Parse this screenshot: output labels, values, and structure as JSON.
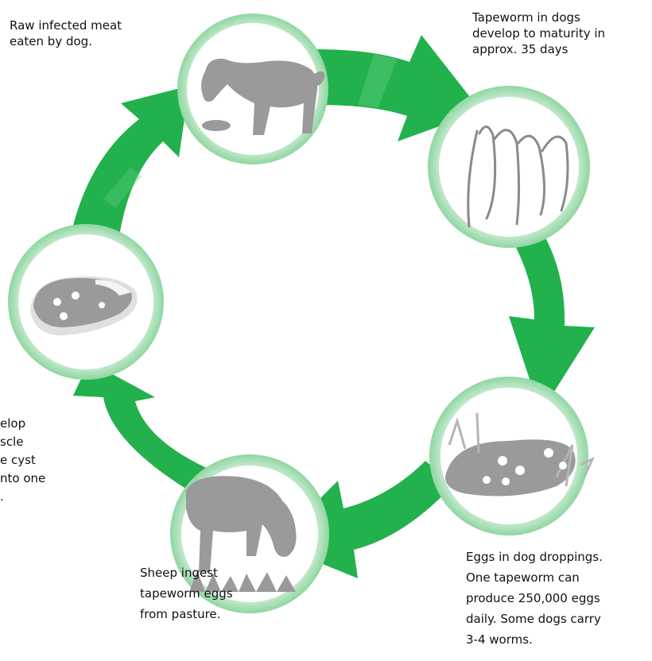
{
  "colors": {
    "arrow_green": "#22b14c",
    "arrow_highlight": "#5ccf7e",
    "ring_green": "#9fdcad",
    "icon_gray": "#9a9a9a",
    "text": "#111111"
  },
  "stages": [
    {
      "id": "dog-eating",
      "icon": "dog-eating-meat-icon",
      "lines": [
        "Raw infected meat",
        "eaten by dog."
      ]
    },
    {
      "id": "tapeworm",
      "icon": "tapeworm-icon",
      "lines": [
        "Tapeworm in dogs",
        "develop to maturity in",
        "approx. 35 days"
      ]
    },
    {
      "id": "eggs",
      "icon": "dog-droppings-eggs-icon",
      "lines": [
        "Eggs in dog droppings.",
        "One tapeworm can",
        "produce 250,000 eggs",
        "daily. Some dogs carry",
        "3-4 worms."
      ]
    },
    {
      "id": "sheep",
      "icon": "sheep-grazing-icon",
      "lines": [
        "Sheep ingest",
        "tapeworm eggs",
        "from pasture."
      ]
    },
    {
      "id": "meat",
      "icon": "infected-meat-icon",
      "lines": [
        "elop",
        "scle",
        "e cyst",
        "nto one",
        "."
      ]
    }
  ]
}
